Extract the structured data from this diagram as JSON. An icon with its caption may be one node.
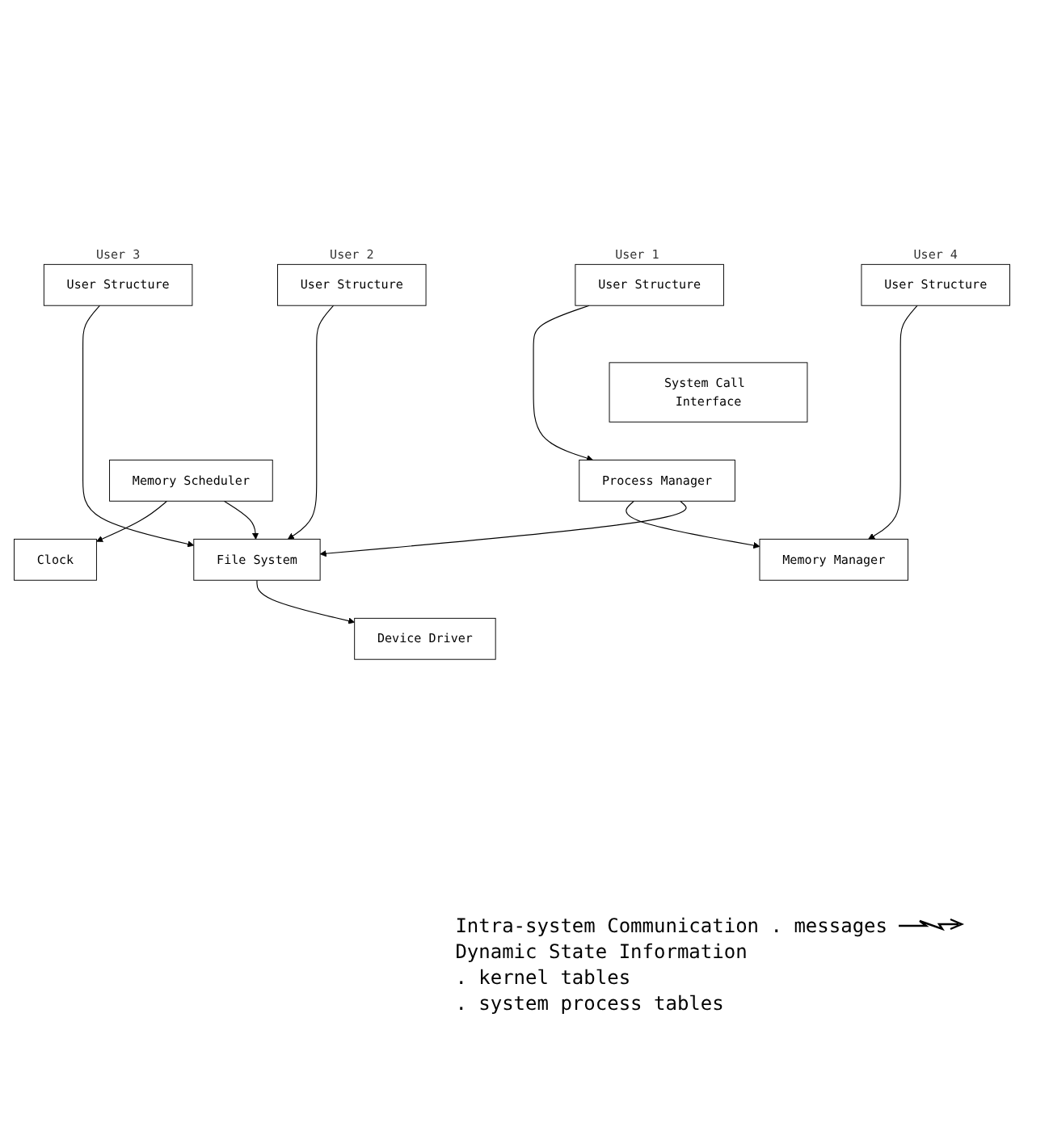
{
  "diagram": {
    "nodes": [
      {
        "text": [
          "User Structure"
        ],
        "beside": [
          "User 1"
        ]
      },
      {
        "text": [
          "User Structure"
        ],
        "beside": [
          "User 2"
        ]
      },
      {
        "text": [
          "User Structure"
        ],
        "beside": [
          "User 3"
        ]
      },
      {
        "text": [
          "User Structure"
        ],
        "beside": [
          "User 4"
        ]
      },
      {
        "text": [
          "System Call Interface"
        ]
      },
      {
        "text": [
          "Process Manager"
        ]
      },
      {
        "text": [
          "File System"
        ]
      },
      {
        "text": [
          "Device Driver"
        ]
      },
      {
        "text": [
          "Memory Manager"
        ]
      },
      {
        "text": [
          "Memory Scheduler"
        ]
      },
      {
        "text": [
          "Clock"
        ]
      }
    ],
    "edges": [
      {
        "from": 0,
        "to": 5,
        "arrow": "to"
      },
      {
        "from": 1,
        "to": 6,
        "arrow": "to"
      },
      {
        "from": 2,
        "to": 6,
        "arrow": "to"
      },
      {
        "from": 3,
        "to": 8,
        "arrow": "to"
      },
      {
        "from": 5,
        "to": 6,
        "arrow": "to"
      },
      {
        "from": 6,
        "to": 7,
        "arrow": "to"
      },
      {
        "from": 5,
        "to": 8,
        "arrow": "to"
      },
      {
        "from": 9,
        "to": 6,
        "arrow": "to"
      },
      {
        "from": 9,
        "to": 10,
        "arrow": "to"
      }
    ],
    "labels": [
      "Dynamic State Information",
      ". kernel tables",
      ". system process tables"
    ],
    "legend": [
      {
        "text": "Intra-system Communication . messages"
      }
    ]
  }
}
